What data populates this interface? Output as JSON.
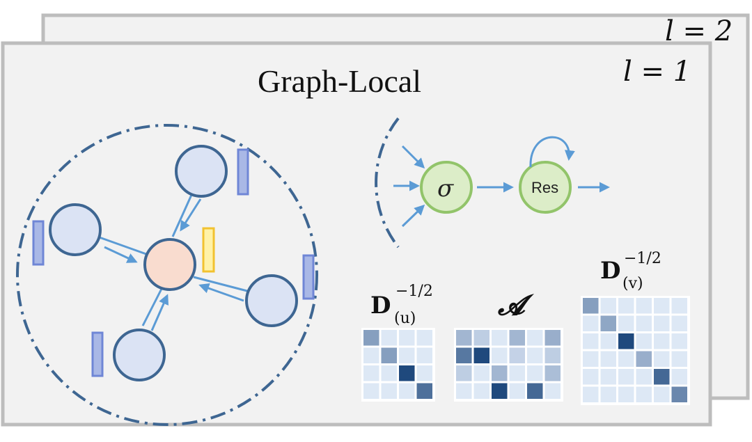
{
  "title": "Graph-Local",
  "layers": [
    {
      "label": "l = 2"
    },
    {
      "label": "l = 1"
    }
  ],
  "operators": {
    "activation": "σ",
    "residual": "Res"
  },
  "matrices": [
    {
      "base": "D",
      "sup": "−1/2",
      "sub": "(u)",
      "size": 4,
      "cells": [
        [
          0,
          0,
          0.45
        ],
        [
          1,
          1,
          0.45
        ],
        [
          2,
          2,
          1.0
        ],
        [
          3,
          3,
          0.75
        ]
      ]
    },
    {
      "base": "𝓐",
      "sup": "",
      "sub": "",
      "size": 6,
      "rows": 4,
      "cells": [
        [
          0,
          0,
          0.3
        ],
        [
          0,
          1,
          0.15
        ],
        [
          0,
          3,
          0.3
        ],
        [
          0,
          5,
          0.35
        ],
        [
          1,
          0,
          0.7
        ],
        [
          1,
          1,
          1.0
        ],
        [
          1,
          3,
          0.12
        ],
        [
          1,
          5,
          0.15
        ],
        [
          2,
          0,
          0.15
        ],
        [
          2,
          2,
          0.3
        ],
        [
          2,
          5,
          0.25
        ],
        [
          3,
          2,
          1.0
        ],
        [
          3,
          4,
          0.8
        ]
      ]
    },
    {
      "base": "D",
      "sup": "−1/2",
      "sub": "(v)",
      "size": 6,
      "cells": [
        [
          0,
          0,
          0.45
        ],
        [
          1,
          1,
          0.4
        ],
        [
          2,
          2,
          1.0
        ],
        [
          3,
          3,
          0.35
        ],
        [
          4,
          4,
          0.8
        ],
        [
          5,
          5,
          0.6
        ]
      ]
    }
  ],
  "colors": {
    "frame": "#bdbdbd",
    "panel": "#f2f2f2",
    "node_fill": "#dbe3f4",
    "node_stroke": "#3e6692",
    "center_fill": "#f9dccf",
    "arrow": "#5b9bd5",
    "op_fill": "#dcedc8",
    "op_stroke": "#92c46a",
    "feature_blue": "#a9b8e6",
    "feature_yellow": "#fff2a8",
    "feature_yellow_stroke": "#f2c230"
  }
}
